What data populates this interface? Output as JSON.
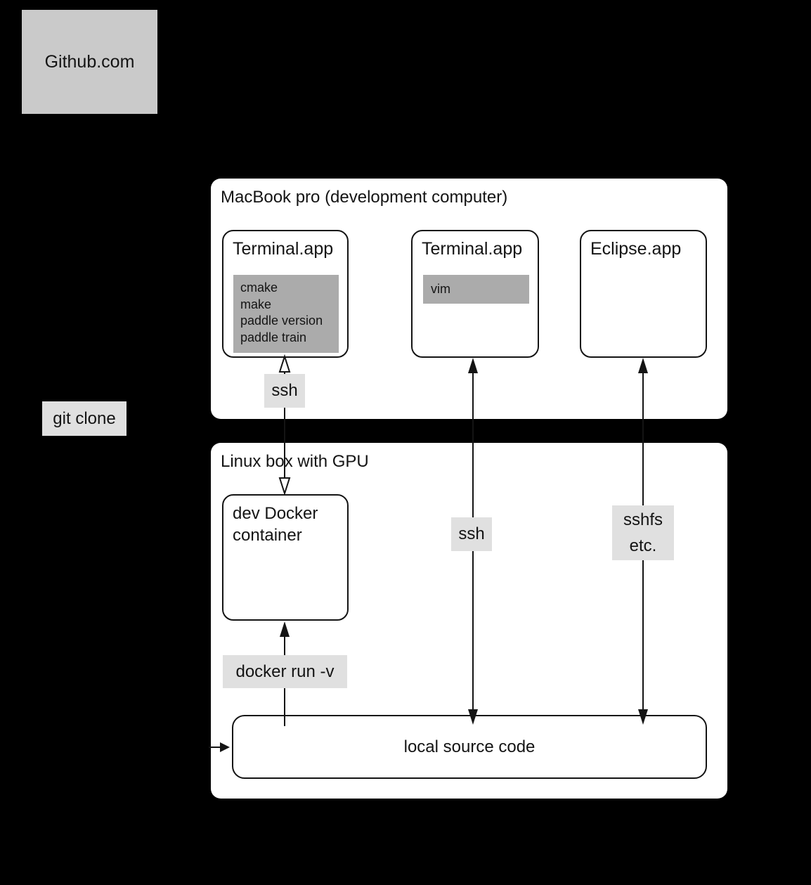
{
  "colors": {
    "background": "#000000",
    "panel_fill": "#ffffff",
    "github_fill": "#cacaca",
    "label_fill": "#e0e0e0",
    "command_fill": "#ababab",
    "line": "#141414"
  },
  "github": {
    "label": "Github.com"
  },
  "labels": {
    "git_clone": "git clone",
    "ssh_top": "ssh",
    "ssh_mid": "ssh",
    "sshfs": [
      "sshfs",
      "etc."
    ],
    "docker_run": "docker run -v"
  },
  "macbook": {
    "title": "MacBook pro (development computer)",
    "terminal1": {
      "title": "Terminal.app",
      "commands": [
        "cmake",
        "make",
        "paddle version",
        "paddle train"
      ]
    },
    "terminal2": {
      "title": "Terminal.app",
      "commands": [
        "vim"
      ]
    },
    "eclipse": {
      "title": "Eclipse.app"
    }
  },
  "linux": {
    "title": "Linux box with GPU",
    "docker": {
      "title": "dev Docker container"
    },
    "source": {
      "label": "local source code"
    }
  }
}
